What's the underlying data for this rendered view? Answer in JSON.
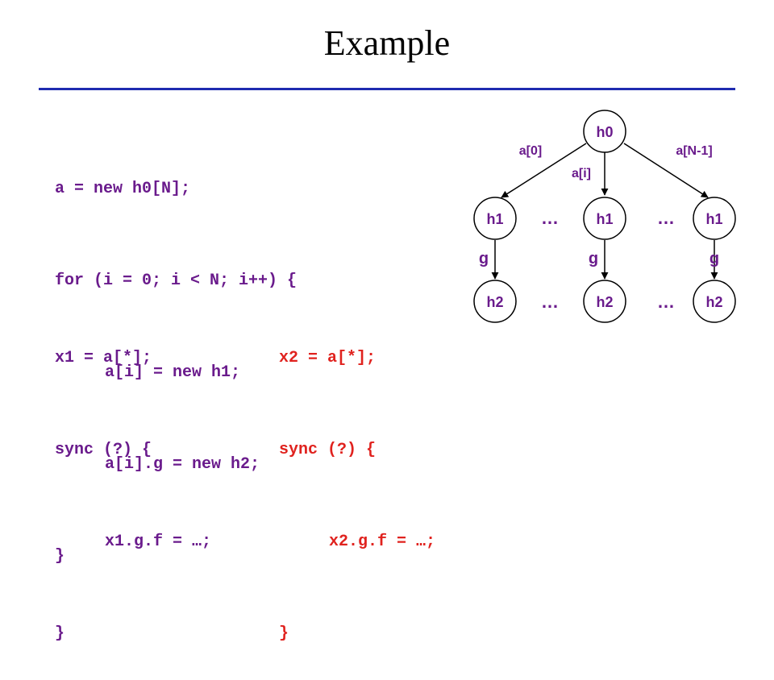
{
  "slide": {
    "title": "Example"
  },
  "code_top": [
    "a = new h0[N];",
    "for (i = 0; i < N; i++) {",
    "a[i] = new h1;",
    "a[i].g = new h2;",
    "}"
  ],
  "code_left": [
    "x1 = a[*];",
    "sync (?) {",
    "x1.g.f = …;",
    "}"
  ],
  "code_right": [
    "x2 = a[*];",
    "sync (?) {",
    "x2.g.f = …;",
    "}"
  ],
  "colors": {
    "code_left": "#6a1b8c",
    "code_right": "#e0221e",
    "rule": "#1f2bb0",
    "diagram_text": "#6a1b8c"
  },
  "diagram": {
    "root": "h0",
    "h1_nodes": [
      "h1",
      "h1",
      "h1"
    ],
    "h2_nodes": [
      "h2",
      "h2",
      "h2"
    ],
    "edge_labels": [
      "a[0]",
      "a[i]",
      "a[N-1]"
    ],
    "g_labels": [
      "g",
      "g",
      "g"
    ],
    "ellipsis": [
      "…",
      "…",
      "…",
      "…"
    ]
  }
}
